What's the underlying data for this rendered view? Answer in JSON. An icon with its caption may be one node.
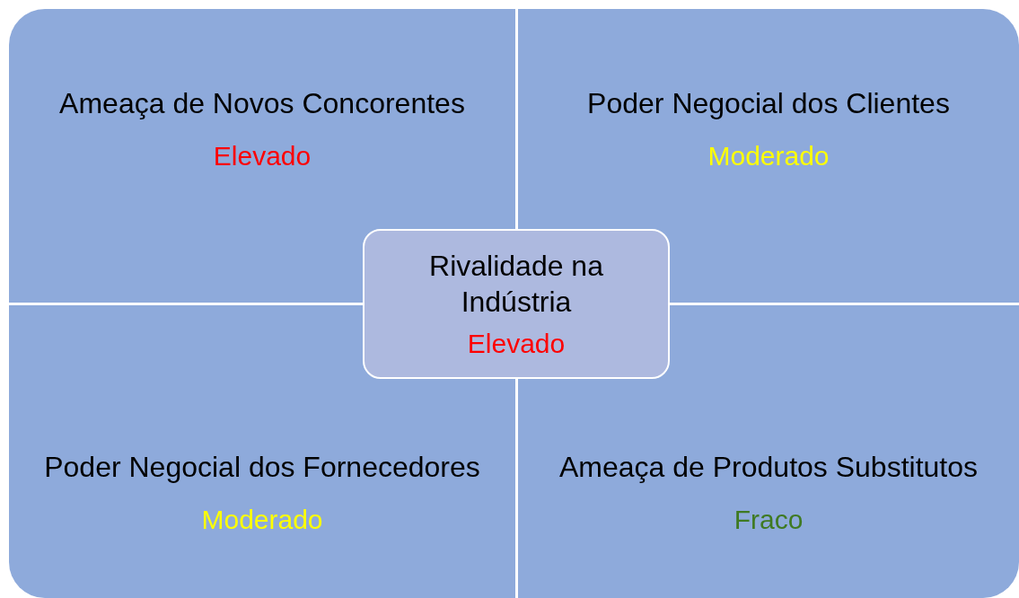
{
  "diagram": {
    "nodes": [
      {
        "text": [
          "Ameaça de Novos Concorentes",
          "Elevado"
        ]
      },
      {
        "text": [
          "Poder Negocial dos Clientes",
          "Moderado"
        ]
      },
      {
        "text": [
          "Rivalidade na Indústria",
          "Elevado"
        ]
      },
      {
        "text": [
          "Poder Negocial dos Fornecedores",
          "Moderado"
        ]
      },
      {
        "text": [
          "Ameaça de Produtos Substitutos",
          "Fraco"
        ]
      }
    ],
    "edges": []
  }
}
